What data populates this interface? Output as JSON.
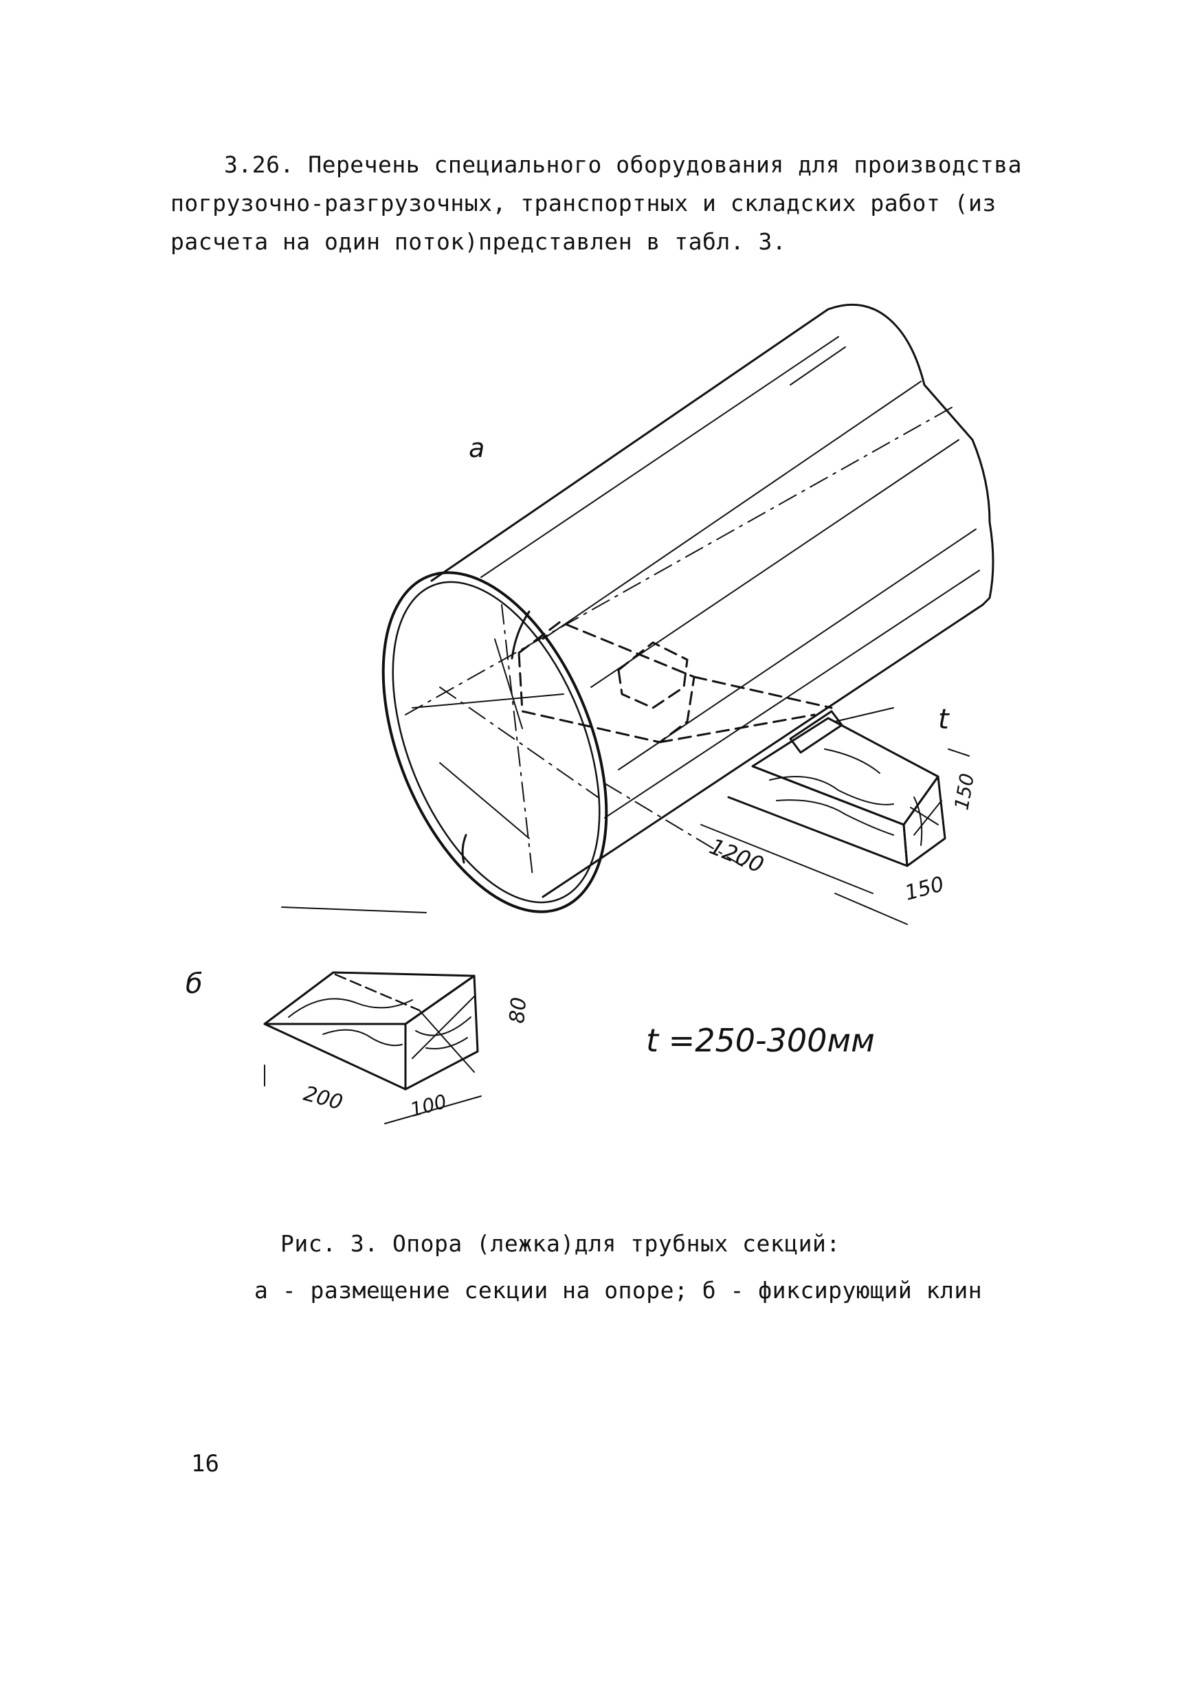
{
  "paragraph": {
    "lines": [
      "3.26. Перечень специального оборудования для производства",
      "погрузочно-разгрузочных, транспортных и складских работ (из",
      "расчета на один поток)представлен в табл. 3."
    ]
  },
  "figure": {
    "label_a": "а",
    "label_b": "б",
    "dim_t": "t",
    "dim_1200": "1200",
    "dim_150_len": "150",
    "dim_150_height": "150",
    "dim_wedge_height": "80",
    "dim_wedge_len": "200",
    "dim_wedge_width": "100",
    "formula": "t =250-300мм"
  },
  "caption": {
    "line1": "Рис. 3. Опора (лежка)для трубных секций:",
    "line2": "а - размещение секции на опоре; б - фиксирующий клин"
  },
  "page_number": "16"
}
